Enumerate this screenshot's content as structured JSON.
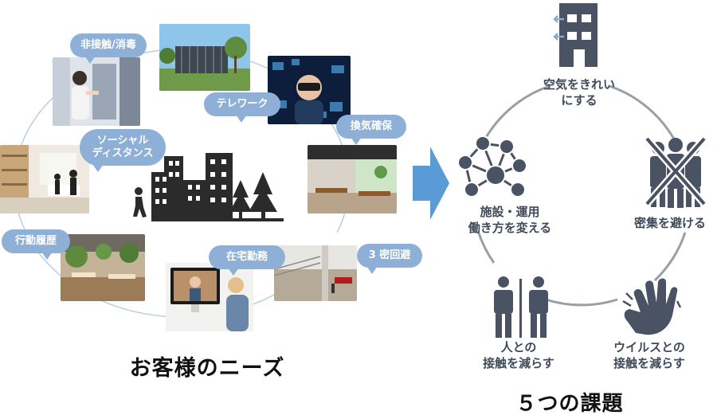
{
  "left": {
    "title": "お客様のニーズ",
    "needs": [
      {
        "id": "contactless",
        "label": "非接触/消毒"
      },
      {
        "id": "telework",
        "label": "テレワーク"
      },
      {
        "id": "ventilation",
        "label": "換気確保"
      },
      {
        "id": "social_distance",
        "label_line1": "ソーシャル",
        "label_line2": "ディスタンス"
      },
      {
        "id": "behavior_history",
        "label": "行動履歴"
      },
      {
        "id": "work_from_home",
        "label": "在宅勤務"
      },
      {
        "id": "avoid_3c",
        "label": "3 密回避"
      }
    ]
  },
  "right": {
    "title": "５つの課題",
    "issues": [
      {
        "id": "clean_air",
        "line1": "空気をきれい",
        "line2": "にする",
        "icon": "ventilated-building-icon"
      },
      {
        "id": "avoid_crowds",
        "line1": "密集を避ける",
        "icon": "crossed-crowd-icon"
      },
      {
        "id": "reduce_virus_contact",
        "line1": "ウイルスとの",
        "line2": "接触を減らす",
        "icon": "hand-touch-icon"
      },
      {
        "id": "reduce_person_contact",
        "line1": "人との",
        "line2": "接触を減らす",
        "icon": "two-people-icon"
      },
      {
        "id": "facility_operation",
        "line1": "施設・運用",
        "line2": "働き方を変える",
        "icon": "network-people-icon"
      }
    ]
  },
  "colors": {
    "bubble": "#8fb0d6",
    "icon_gray": "#4a5363",
    "arrow": "#5b9bd5",
    "cycle_ring": "#9a9fa6"
  }
}
